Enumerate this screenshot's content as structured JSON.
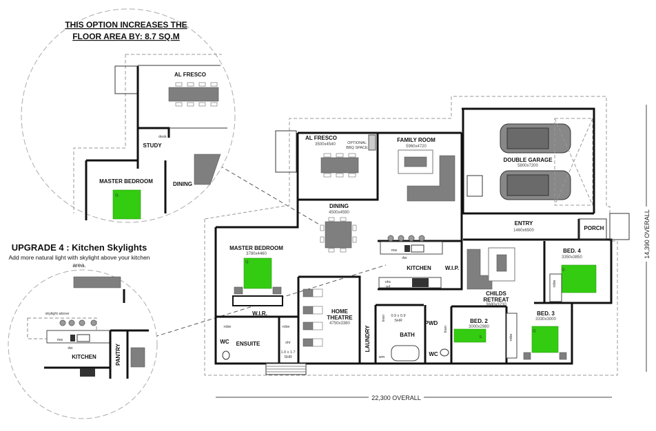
{
  "inset_option": {
    "title_line1": "THIS OPTION INCREASES THE",
    "title_line2": "FLOOR AREA BY: 8.7 SQ.M",
    "rooms": {
      "al_fresco": "AL FRESCO",
      "study": "STUDY",
      "desk": "desk",
      "master_bedroom": "MASTER BEDROOM",
      "dining": "DINING",
      "bed_mark": "Q."
    }
  },
  "upgrade": {
    "title": "UPGRADE 4 : Kitchen Skylights",
    "desc_line1": "Add more natural light with skylight above your kitchen",
    "desc_line2": "area.",
    "skylight": "skylight above",
    "mw": "mw",
    "dw": "dw",
    "kitchen": "KITCHEN",
    "pantry": "PANTRY"
  },
  "plan": {
    "rooms": {
      "al_fresco": {
        "name": "AL FRESCO",
        "size": "3500x4540"
      },
      "bbq": {
        "line1": "OPTIONAL",
        "line2": "BBQ SPACE"
      },
      "family_room": {
        "name": "FAMILY ROOM",
        "size": "5960x4720"
      },
      "double_garage": {
        "name": "DOUBLE GARAGE",
        "size": "5800x7200"
      },
      "dining": {
        "name": "DINING",
        "size": "4500x4590"
      },
      "entry": {
        "name": "ENTRY",
        "size": "1460x6500"
      },
      "porch": {
        "name": "PORCH"
      },
      "master_bedroom": {
        "name": "MASTER BEDROOM",
        "size": "3780x4460"
      },
      "kitchen": {
        "name": "KITCHEN",
        "mw": "mw",
        "dw": "dw",
        "ohc": "ohc",
        "ref": "ref"
      },
      "wip": {
        "name": "W.I.P."
      },
      "childs_retreat": {
        "line1": "CHILDS",
        "line2": "RETREAT",
        "size": "3680x3730"
      },
      "bed4": {
        "name": "BED. 4",
        "size": "3350x3850",
        "robe": "robe"
      },
      "bed3": {
        "name": "BED. 3",
        "size": "3330x3000",
        "robe": "robe"
      },
      "bed2": {
        "name": "BED. 2",
        "size": "3000x2980",
        "robe": "robe",
        "mark": "S."
      },
      "wir": {
        "name": "W.I.R.",
        "robe": "robe"
      },
      "ensuite": {
        "name": "ENSUITE",
        "wc": "WC",
        "shr_line1": "shr",
        "shr_line2": "1.0 x 1.7",
        "shr_line3": "SHR"
      },
      "home_theatre": {
        "line1": "HOME",
        "line2": "THEATRE",
        "size": "4750x3380"
      },
      "laundry": {
        "name": "LAUNDRY"
      },
      "bath": {
        "name": "BATH",
        "shr_line1": "0.9 x 0.9",
        "shr_line2": "SHR",
        "linen": "lnen",
        "wm": "wm"
      },
      "pwd": {
        "name": "PWD",
        "wc": "WC",
        "linen": "lnen"
      },
      "bed_mark": "Q."
    },
    "dimensions": {
      "width": "22,300 OVERALL",
      "depth": "14,390 OVERALL"
    }
  },
  "colors": {
    "bed": "#33cc11",
    "furniture": "#7f7f7f",
    "wall": "#111111"
  }
}
